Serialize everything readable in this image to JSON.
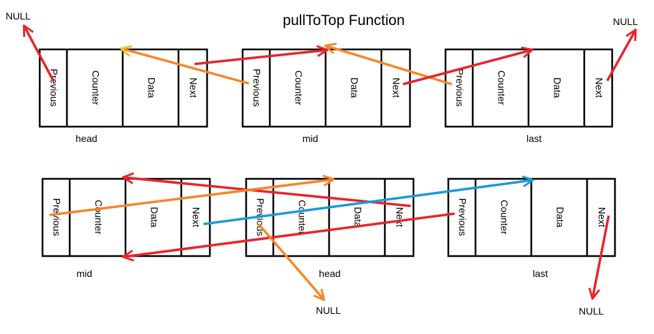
{
  "title": "pullToTop Function",
  "field_labels": {
    "previous": "Previous",
    "counter": "Counter",
    "data": "Data",
    "next": "Next"
  },
  "null_label": "NULL",
  "top_row": {
    "nodes": [
      {
        "label": "head"
      },
      {
        "label": "mid"
      },
      {
        "label": "last"
      }
    ]
  },
  "bottom_row": {
    "nodes": [
      {
        "label": "mid"
      },
      {
        "label": "head"
      },
      {
        "label": "last"
      }
    ]
  },
  "colors": {
    "red": "#e8242c",
    "orange": "#f5862a",
    "blue": "#1a9bd8",
    "yellow": "#f2c31c",
    "box_stroke": "#000000"
  }
}
